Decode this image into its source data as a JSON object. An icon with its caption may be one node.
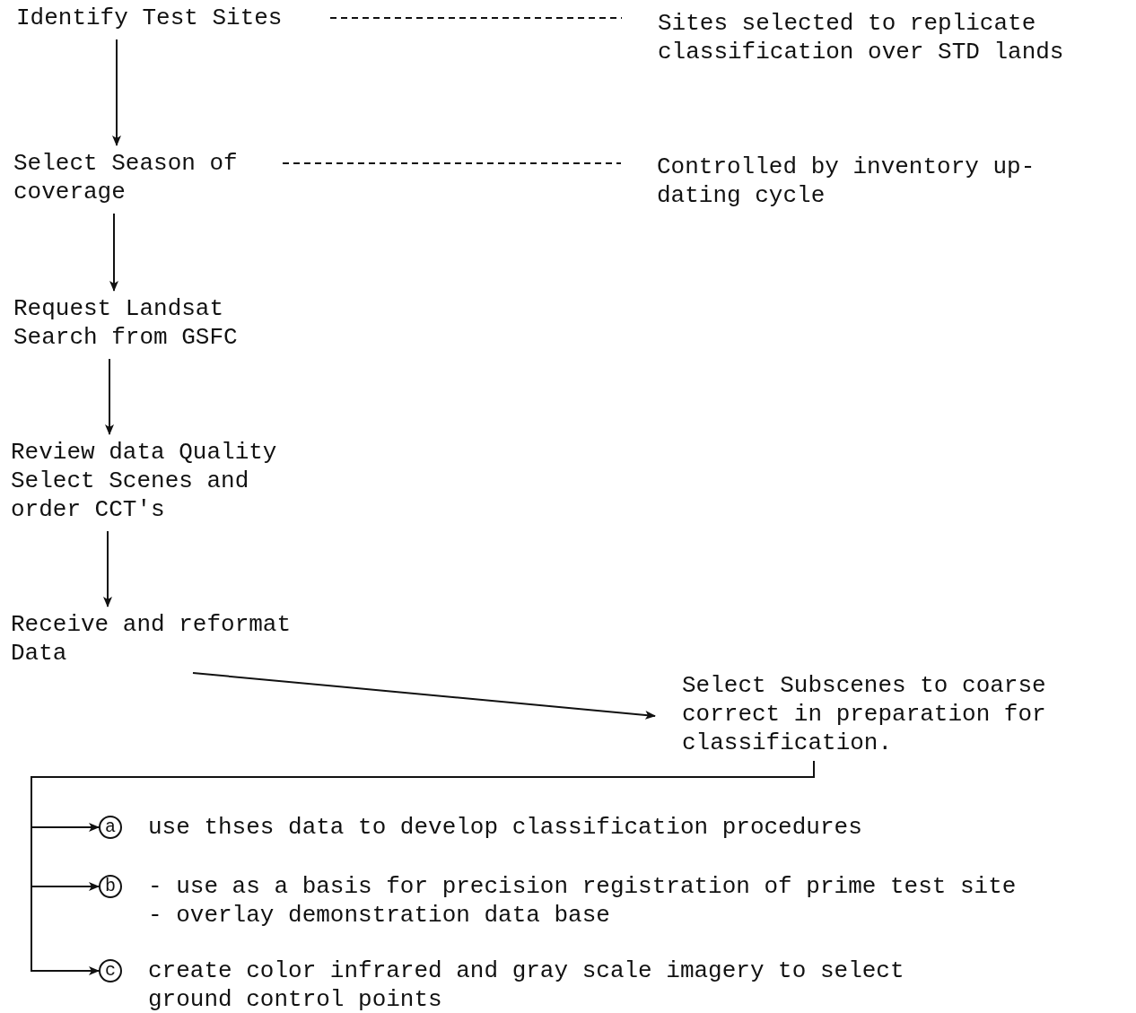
{
  "diagram": {
    "nodes": [
      {
        "text": [
          "Identify Test Sites"
        ]
      },
      {
        "text": [
          "Sites selected to replicate classification over STD lands"
        ]
      },
      {
        "text": [
          "Select Season of coverage"
        ]
      },
      {
        "text": [
          "Controlled by inventory up- dating cycle"
        ]
      },
      {
        "text": [
          "Request Landsat Search from GSFC"
        ]
      },
      {
        "text": [
          "Review data Quality Select Scenes and order CCT's"
        ]
      },
      {
        "text": [
          "Receive and reformat Data"
        ]
      },
      {
        "text": [
          "Select Subscenes to coarse correct in preparation for classification."
        ]
      },
      {
        "text": [
          "a"
        ],
        "beside": [
          "use thses data to develop classification procedures"
        ]
      },
      {
        "text": [
          "b"
        ],
        "beside": [
          "- use as a basis for precision registration of prime test site",
          "- overlay demonstration data base"
        ]
      },
      {
        "text": [
          "c"
        ],
        "beside": [
          "create color infrared and gray scale imagery to select ground control points"
        ]
      }
    ],
    "edges": [
      {
        "from": 0,
        "to": 1,
        "arrow": "none",
        "style": "dashed"
      },
      {
        "from": 0,
        "to": 2,
        "arrow": "to"
      },
      {
        "from": 2,
        "to": 3,
        "arrow": "none",
        "style": "dashed"
      },
      {
        "from": 2,
        "to": 4,
        "arrow": "to"
      },
      {
        "from": 4,
        "to": 5,
        "arrow": "to"
      },
      {
        "from": 5,
        "to": 6,
        "arrow": "to"
      },
      {
        "from": 6,
        "to": 7,
        "arrow": "to"
      },
      {
        "from": 7,
        "to": 8,
        "arrow": "to"
      },
      {
        "from": 7,
        "to": 9,
        "arrow": "to"
      },
      {
        "from": 7,
        "to": 10,
        "arrow": "to"
      }
    ]
  }
}
